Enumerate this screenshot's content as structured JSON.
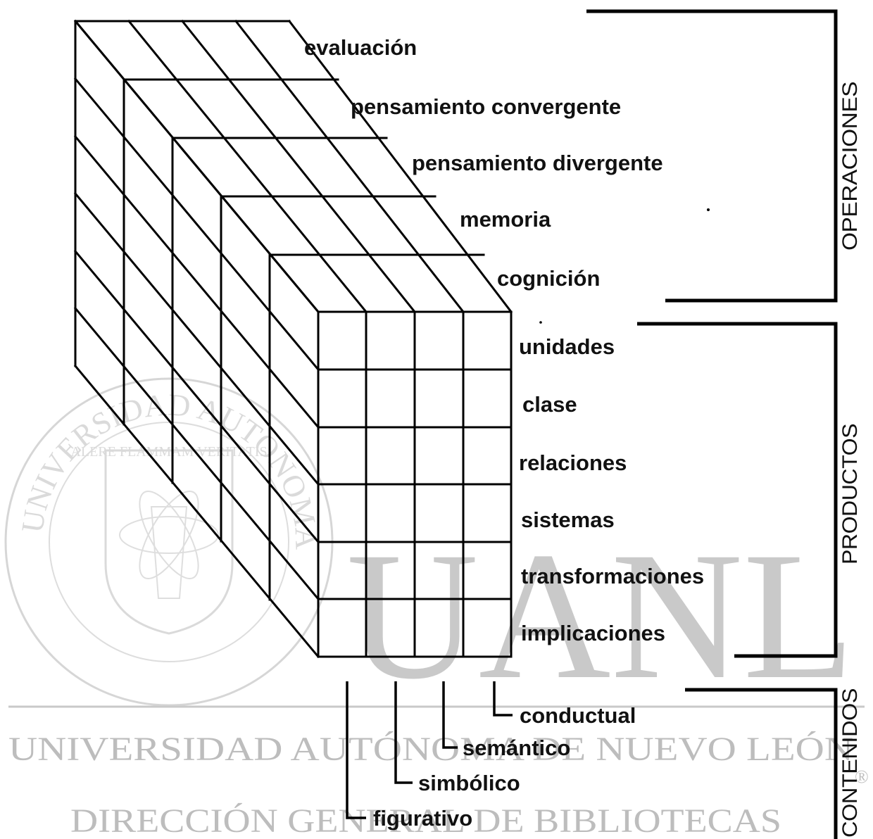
{
  "watermark": {
    "big_letters": "UANL",
    "university": "UNIVERSIDAD AUTÓNOMA DE NUEVO LEÓN",
    "library": "DIRECCIÓN GENERAL DE BIBLIOTECAS",
    "seal_text": "UNIVERSIDAD AUTONOMA DE NUEVO LEON",
    "seal_motto": "ALERE FLAMMAM VERITATIS",
    "registered_mark": "®"
  },
  "operaciones": {
    "title": "OPERACIONES",
    "items": [
      "evaluación",
      "pensamiento  convergente",
      "pensamiento  divergente",
      "memoria",
      "cognición"
    ]
  },
  "productos": {
    "title": "PRODUCTOS",
    "items": [
      "unidades",
      "clase",
      "relaciones",
      "sistemas",
      "transformaciones",
      "implicaciones"
    ]
  },
  "contenidos": {
    "title": "CONTENIDOS",
    "items": [
      "conductual",
      "semántico",
      "simbólico",
      "figurativo"
    ]
  }
}
